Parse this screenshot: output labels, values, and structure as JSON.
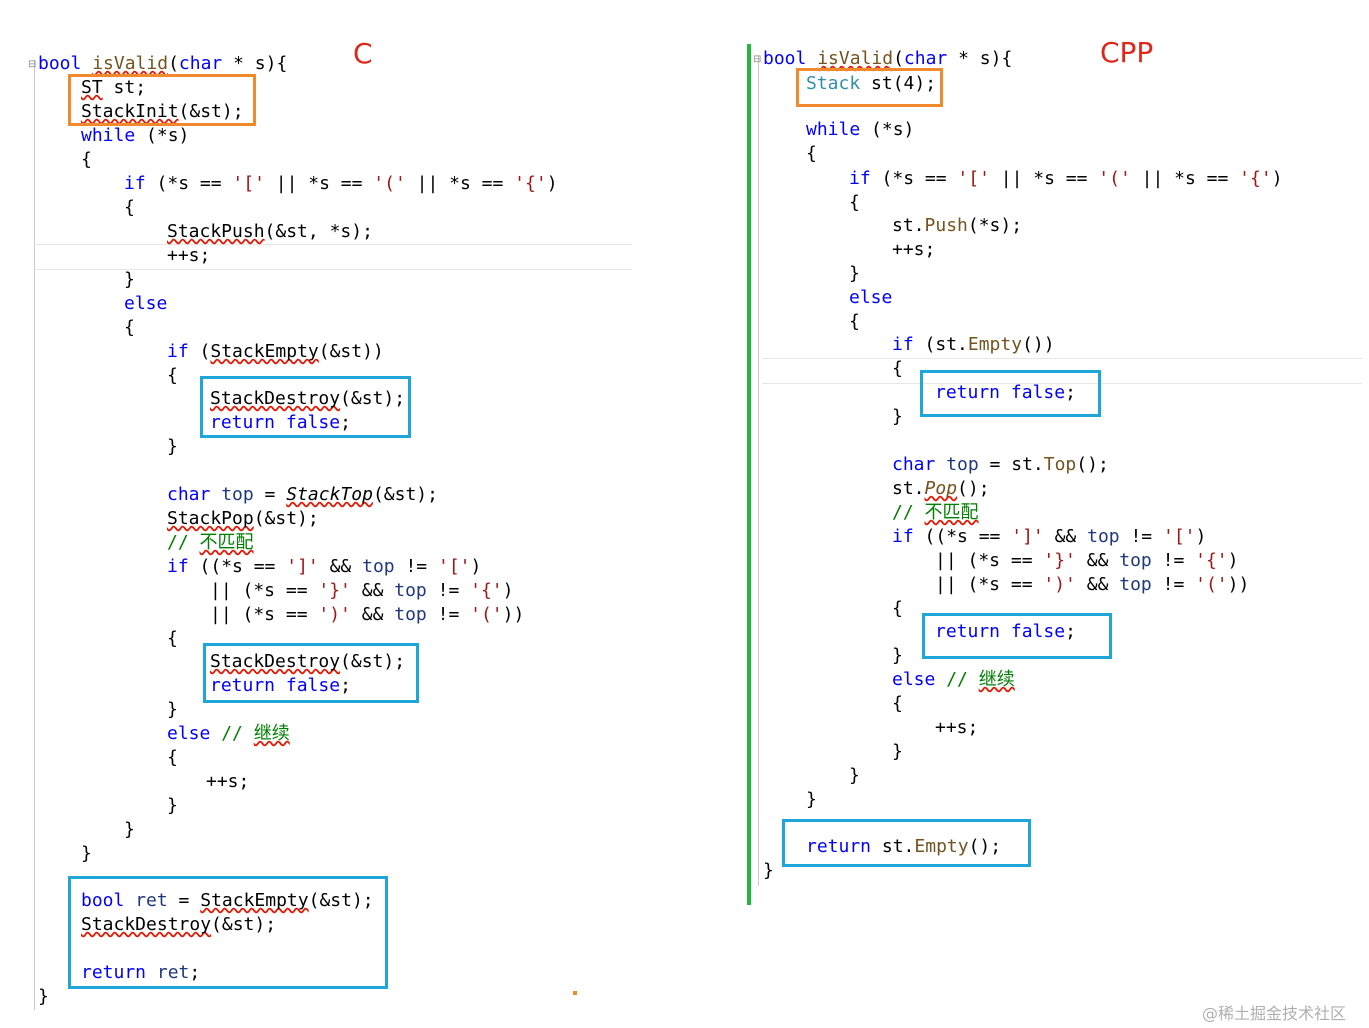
{
  "c": {
    "label": "C",
    "lines": [
      [
        {
          "t": "bool",
          "c": "kw"
        },
        {
          "t": " "
        },
        {
          "t": "isValid",
          "c": "fn sq"
        },
        {
          "t": "("
        },
        {
          "t": "char",
          "c": "kw"
        },
        {
          "t": " * s){"
        }
      ],
      [
        {
          "t": "ST",
          "c": "sq"
        },
        {
          "t": " st;"
        }
      ],
      [
        {
          "t": "StackInit",
          "c": "sq"
        },
        {
          "t": "(&st);"
        }
      ],
      [
        {
          "t": "while",
          "c": "kw"
        },
        {
          "t": " (*s)"
        }
      ],
      [
        {
          "t": "{"
        }
      ],
      [
        {
          "t": "if",
          "c": "kw"
        },
        {
          "t": " (*s == "
        },
        {
          "t": "'['",
          "c": "str"
        },
        {
          "t": " || *s == "
        },
        {
          "t": "'('",
          "c": "str"
        },
        {
          "t": " || *s == "
        },
        {
          "t": "'{'",
          "c": "str"
        },
        {
          "t": ")"
        }
      ],
      [
        {
          "t": "{"
        }
      ],
      [
        {
          "t": "StackPush",
          "c": "sq"
        },
        {
          "t": "(&st, *s);"
        }
      ],
      [
        {
          "t": "++s;"
        }
      ],
      [
        {
          "t": "}"
        }
      ],
      [
        {
          "t": "else",
          "c": "kw"
        }
      ],
      [
        {
          "t": "{"
        }
      ],
      [
        {
          "t": "if",
          "c": "kw"
        },
        {
          "t": " ("
        },
        {
          "t": "StackEmpty",
          "c": "sq"
        },
        {
          "t": "(&st))"
        }
      ],
      [
        {
          "t": "{"
        }
      ],
      [
        {
          "t": "StackDestroy",
          "c": "sq"
        },
        {
          "t": "(&st);"
        }
      ],
      [
        {
          "t": "return",
          "c": "kw"
        },
        {
          "t": " "
        },
        {
          "t": "false",
          "c": "kw"
        },
        {
          "t": ";"
        }
      ],
      [
        {
          "t": "}"
        }
      ],
      [
        {
          "t": "char",
          "c": "kw"
        },
        {
          "t": " "
        },
        {
          "t": "top",
          "c": "var"
        },
        {
          "t": " = "
        },
        {
          "t": "StackTop",
          "c": "it sq"
        },
        {
          "t": "(&st);"
        }
      ],
      [
        {
          "t": "StackPop",
          "c": "sq"
        },
        {
          "t": "(&st);"
        }
      ],
      [
        {
          "t": "// ",
          "c": "cmt"
        },
        {
          "t": "不匹配",
          "c": "cmt sq"
        }
      ],
      [
        {
          "t": "if",
          "c": "kw"
        },
        {
          "t": " ((*s == "
        },
        {
          "t": "']'",
          "c": "str"
        },
        {
          "t": " && "
        },
        {
          "t": "top",
          "c": "var"
        },
        {
          "t": " != "
        },
        {
          "t": "'['",
          "c": "str"
        },
        {
          "t": ")"
        }
      ],
      [
        {
          "t": "|| (*s == "
        },
        {
          "t": "'}'",
          "c": "str"
        },
        {
          "t": " && "
        },
        {
          "t": "top",
          "c": "var"
        },
        {
          "t": " != "
        },
        {
          "t": "'{'",
          "c": "str"
        },
        {
          "t": ")"
        }
      ],
      [
        {
          "t": "|| (*s == "
        },
        {
          "t": "')'",
          "c": "str"
        },
        {
          "t": " && "
        },
        {
          "t": "top",
          "c": "var"
        },
        {
          "t": " != "
        },
        {
          "t": "'('",
          "c": "str"
        },
        {
          "t": "))"
        }
      ],
      [
        {
          "t": "{"
        }
      ],
      [
        {
          "t": "StackDestroy",
          "c": "sq"
        },
        {
          "t": "(&st);"
        }
      ],
      [
        {
          "t": "return",
          "c": "kw"
        },
        {
          "t": " "
        },
        {
          "t": "false",
          "c": "kw"
        },
        {
          "t": ";"
        }
      ],
      [
        {
          "t": "}"
        }
      ],
      [
        {
          "t": "else",
          "c": "kw"
        },
        {
          "t": " // ",
          "c": "cmt"
        },
        {
          "t": "继续",
          "c": "cmt sq"
        }
      ],
      [
        {
          "t": "{"
        }
      ],
      [
        {
          "t": "++s;"
        }
      ],
      [
        {
          "t": "}"
        }
      ],
      [
        {
          "t": "}"
        }
      ],
      [
        {
          "t": "}"
        }
      ],
      [
        {
          "t": "bool",
          "c": "kw"
        },
        {
          "t": " "
        },
        {
          "t": "ret",
          "c": "var"
        },
        {
          "t": " = "
        },
        {
          "t": "StackEmpty",
          "c": "sq"
        },
        {
          "t": "(&st);"
        }
      ],
      [
        {
          "t": "StackDestroy",
          "c": "sq"
        },
        {
          "t": "(&st);"
        }
      ],
      [
        {
          "t": "return",
          "c": "kw"
        },
        {
          "t": " "
        },
        {
          "t": "ret",
          "c": "var"
        },
        {
          "t": ";"
        }
      ],
      [
        {
          "t": "}"
        }
      ]
    ]
  },
  "cpp": {
    "label": "CPP",
    "lines": [
      [
        {
          "t": "bool",
          "c": "kw"
        },
        {
          "t": " "
        },
        {
          "t": "isValid",
          "c": "fn sq"
        },
        {
          "t": "("
        },
        {
          "t": "char",
          "c": "kw"
        },
        {
          "t": " * s){"
        }
      ],
      [
        {
          "t": "Stack",
          "c": "cls"
        },
        {
          "t": " st(4);"
        }
      ],
      [
        {
          "t": "while",
          "c": "kw"
        },
        {
          "t": " (*s)"
        }
      ],
      [
        {
          "t": "{"
        }
      ],
      [
        {
          "t": "if",
          "c": "kw"
        },
        {
          "t": " (*s == "
        },
        {
          "t": "'['",
          "c": "str"
        },
        {
          "t": " || *s == "
        },
        {
          "t": "'('",
          "c": "str"
        },
        {
          "t": " || *s == "
        },
        {
          "t": "'{'",
          "c": "str"
        },
        {
          "t": ")"
        }
      ],
      [
        {
          "t": "{"
        }
      ],
      [
        {
          "t": "st."
        },
        {
          "t": "Push",
          "c": "fn"
        },
        {
          "t": "(*s);"
        }
      ],
      [
        {
          "t": "++s;"
        }
      ],
      [
        {
          "t": "}"
        }
      ],
      [
        {
          "t": "else",
          "c": "kw"
        }
      ],
      [
        {
          "t": "{"
        }
      ],
      [
        {
          "t": "if",
          "c": "kw"
        },
        {
          "t": " (st."
        },
        {
          "t": "Empty",
          "c": "fn"
        },
        {
          "t": "())"
        }
      ],
      [
        {
          "t": "{"
        }
      ],
      [
        {
          "t": "return",
          "c": "kw"
        },
        {
          "t": " "
        },
        {
          "t": "false",
          "c": "kw"
        },
        {
          "t": ";"
        }
      ],
      [
        {
          "t": "}"
        }
      ],
      [
        {
          "t": "char",
          "c": "kw"
        },
        {
          "t": " "
        },
        {
          "t": "top",
          "c": "var"
        },
        {
          "t": " = st."
        },
        {
          "t": "Top",
          "c": "fn"
        },
        {
          "t": "();"
        }
      ],
      [
        {
          "t": "st."
        },
        {
          "t": "Pop",
          "c": "fn it sq"
        },
        {
          "t": "();"
        }
      ],
      [
        {
          "t": "// ",
          "c": "cmt"
        },
        {
          "t": "不匹配",
          "c": "cmt sq"
        }
      ],
      [
        {
          "t": "if",
          "c": "kw"
        },
        {
          "t": " ((*s == "
        },
        {
          "t": "']'",
          "c": "str"
        },
        {
          "t": " && "
        },
        {
          "t": "top",
          "c": "var"
        },
        {
          "t": " != "
        },
        {
          "t": "'['",
          "c": "str"
        },
        {
          "t": ")"
        }
      ],
      [
        {
          "t": "|| (*s == "
        },
        {
          "t": "'}'",
          "c": "str"
        },
        {
          "t": " && "
        },
        {
          "t": "top",
          "c": "var"
        },
        {
          "t": " != "
        },
        {
          "t": "'{'",
          "c": "str"
        },
        {
          "t": ")"
        }
      ],
      [
        {
          "t": "|| (*s == "
        },
        {
          "t": "')'",
          "c": "str"
        },
        {
          "t": " && "
        },
        {
          "t": "top",
          "c": "var"
        },
        {
          "t": " != "
        },
        {
          "t": "'('",
          "c": "str"
        },
        {
          "t": "))"
        }
      ],
      [
        {
          "t": "{"
        }
      ],
      [
        {
          "t": "return",
          "c": "kw"
        },
        {
          "t": " "
        },
        {
          "t": "false",
          "c": "kw"
        },
        {
          "t": ";"
        }
      ],
      [
        {
          "t": "}"
        }
      ],
      [
        {
          "t": "else",
          "c": "kw"
        },
        {
          "t": " // ",
          "c": "cmt"
        },
        {
          "t": "继续",
          "c": "cmt sq"
        }
      ],
      [
        {
          "t": "{"
        }
      ],
      [
        {
          "t": "++s;"
        }
      ],
      [
        {
          "t": "}"
        }
      ],
      [
        {
          "t": "}"
        }
      ],
      [
        {
          "t": "}"
        }
      ],
      [
        {
          "t": "return",
          "c": "kw"
        },
        {
          "t": " st."
        },
        {
          "t": "Empty",
          "c": "fn"
        },
        {
          "t": "();"
        }
      ],
      [
        {
          "t": "}"
        }
      ]
    ]
  },
  "watermark": "@稀土掘金技术社区",
  "colors": {
    "keyword": "#0000ff",
    "string": "#a31515",
    "function": "#74531f",
    "type": "#2b91af",
    "comment": "#008000",
    "local": "#1f377f",
    "box_blue": "#1ea6d8",
    "box_orange": "#f08a2d",
    "divider_green": "#22b73e",
    "language_label": "#e0271e"
  }
}
